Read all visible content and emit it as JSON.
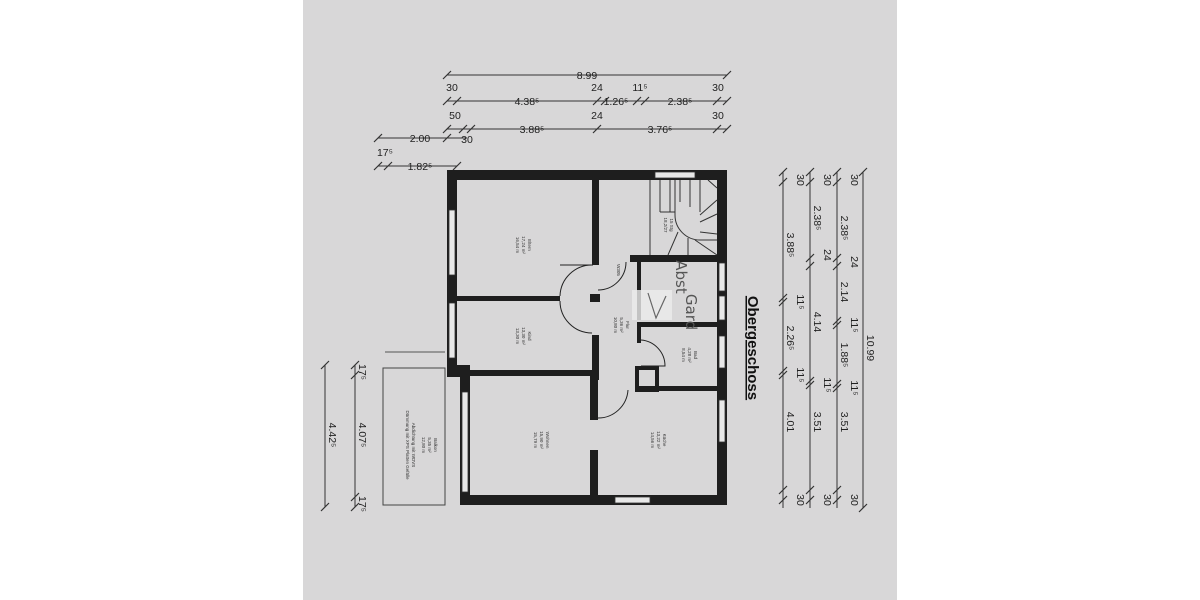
{
  "title": "Obergeschoss",
  "dimensions_top": {
    "row1": {
      "total": "8.99"
    },
    "row2": {
      "a": "30",
      "b": "4.38⁵",
      "c": "24",
      "d": "1.26⁵",
      "e": "11⁵",
      "f": "2.38⁵",
      "g": "30"
    },
    "row3": {
      "a": "50",
      "b": "3.88⁵",
      "c": "24",
      "d": "3.76⁵",
      "e": "30"
    },
    "row4": {
      "a": "2.00",
      "b": "30"
    },
    "row5": {
      "a": "17⁵",
      "b": "1.82⁵"
    }
  },
  "dimensions_right": {
    "total": "10.99",
    "col1": [
      "30",
      "2.38⁵",
      "24",
      "2.14",
      "11⁵",
      "1.88⁵",
      "11⁵",
      "3.51",
      "30"
    ],
    "col2": [
      "30",
      "2.38⁵",
      "24",
      "4.14",
      "11⁵",
      "3.51",
      "30"
    ],
    "col3": [
      "30",
      "3.88⁵",
      "11⁵",
      "2.26⁵",
      "11⁵",
      "4.01",
      "30"
    ]
  },
  "dimensions_left": {
    "outer": "4.42⁵",
    "top": "17⁵",
    "middle": "4.07⁵",
    "bottom": "17⁵"
  },
  "rooms": {
    "eltern": {
      "name": "Eltern",
      "area": "17,24 m²",
      "perimeter": "16,54 m"
    },
    "kind": {
      "name": "Kind",
      "area": "13,30 m²",
      "perimeter": "13,30 m"
    },
    "flur": {
      "name": "Flur",
      "area": "5,36 m²",
      "perimeter": "10,80 m"
    },
    "bad": {
      "name": "Bad",
      "area": "4,28 m²",
      "perimeter": "8,54 m"
    },
    "wohnen": {
      "name": "Wohnen",
      "area": "15,90 m²",
      "perimeter": "15,79 m"
    },
    "kueche": {
      "name": "Küche",
      "area": "13,22 m²",
      "perimeter": "14,56 m"
    },
    "balkon": {
      "name": "Balkon",
      "area": "5,35 m²",
      "perimeter": "12,80 m",
      "note1": "Abdichtung mit WDVS",
      "note2": "Dämmung mit XPS Platten Gefälle"
    }
  },
  "door_label": "W305",
  "stair_label": {
    "line1": "15 Stg",
    "line2": "18,2/27"
  },
  "handwritten": {
    "note1": "Abst",
    "note2": "Gard"
  }
}
